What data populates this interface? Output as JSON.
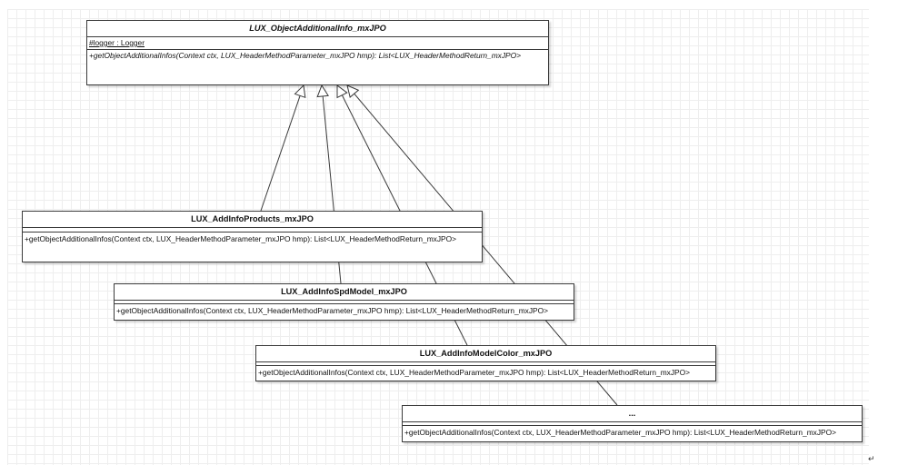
{
  "diagram": {
    "base_class": {
      "name": "LUX_ObjectAdditionalInfo_mxJPO",
      "attribute": "#logger : Logger",
      "method": "+getObjectAdditionalInfos(Context ctx, LUX_HeaderMethodParameter_mxJPO hmp): List<LUX_HeaderMethodReturn_mxJPO>"
    },
    "sub_classes": [
      {
        "name": "LUX_AddInfoProducts_mxJPO",
        "method": "+getObjectAdditionalInfos(Context ctx, LUX_HeaderMethodParameter_mxJPO hmp): List<LUX_HeaderMethodReturn_mxJPO>"
      },
      {
        "name": "LUX_AddInfoSpdModel_mxJPO",
        "method": "+getObjectAdditionalInfos(Context ctx, LUX_HeaderMethodParameter_mxJPO hmp): List<LUX_HeaderMethodReturn_mxJPO>"
      },
      {
        "name": "LUX_AddInfoModelColor_mxJPO",
        "method": "+getObjectAdditionalInfos(Context ctx, LUX_HeaderMethodParameter_mxJPO hmp): List<LUX_HeaderMethodReturn_mxJPO>"
      },
      {
        "name": "...",
        "method": "+getObjectAdditionalInfos(Context ctx, LUX_HeaderMethodParameter_mxJPO hmp): List<LUX_HeaderMethodReturn_mxJPO>"
      }
    ],
    "relationship": "generalization",
    "end_mark": "↵"
  },
  "colors": {
    "line": "#3a3a3a",
    "grid": "#eeeeee",
    "background": "#ffffff"
  }
}
